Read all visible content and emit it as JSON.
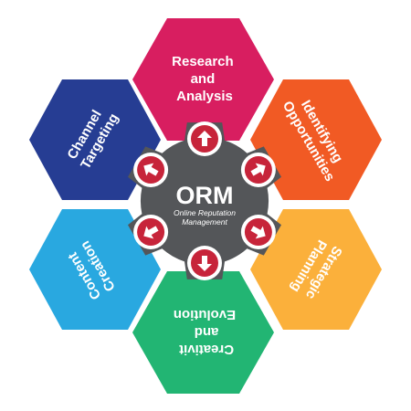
{
  "center": {
    "title": "ORM",
    "subtitle_line1": "Online Reputation",
    "subtitle_line2": "Management",
    "color": "#545659"
  },
  "segments": [
    {
      "line1": "Research",
      "line2": "and",
      "line3": "Analysis",
      "color": "#d81e60",
      "arrow": "arrow-up-icon"
    },
    {
      "line1": "Identifying",
      "line2": "Opportunities",
      "color": "#f15a24",
      "arrow": "arrow-up-right-icon"
    },
    {
      "line1": "Strategic",
      "line2": "Planning",
      "color": "#fbb03b",
      "arrow": "arrow-down-right-icon"
    },
    {
      "line1": "Creativit",
      "line2": "and",
      "line3": "Evolution",
      "color": "#22b573",
      "arrow": "arrow-down-icon"
    },
    {
      "line1": "Content",
      "line2": "Creation",
      "color": "#29a8e0",
      "arrow": "arrow-down-left-icon"
    },
    {
      "line1": "Channel",
      "line2": "Targeting",
      "color": "#263d93",
      "arrow": "arrow-up-left-icon"
    }
  ],
  "arrow_button": {
    "fill": "#c7243a",
    "ring": "#ffffff",
    "glyph": "#ffffff"
  }
}
